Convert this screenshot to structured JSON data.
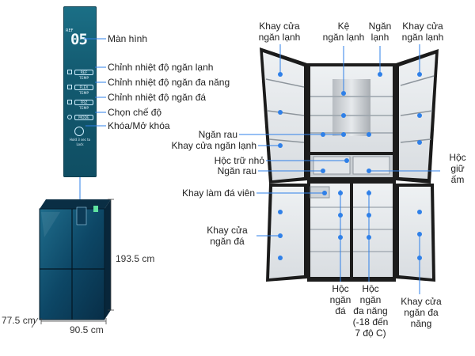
{
  "panel": {
    "display_label": "Màn hình",
    "display_digits": "05",
    "ref_button": "REF TEMP",
    "flex_button": "FLEX TEMP",
    "frz_button": "FRZ TEMP",
    "mode_button": "MODE",
    "lock_caption": "Hold 3 sec to Lock",
    "labels": {
      "ref": "Chỉnh nhiệt độ ngăn lạnh",
      "flex": "Chỉnh nhiệt độ ngăn đa năng",
      "frz": "Chỉnh nhiệt độ ngăn đá",
      "mode": "Chọn chế độ",
      "lock": "Khóa/Mở khóa"
    }
  },
  "dimensions": {
    "height": "193.5 cm",
    "width": "90.5 cm",
    "depth": "77.5 cm"
  },
  "labels": {
    "door_tray_left_top": "Khay cửa\nngăn lạnh",
    "shelf": "Kệ\nngăn lạnh",
    "fridge": "Ngăn\nlạnh",
    "door_tray_right_top": "Khay cửa\nngăn lạnh",
    "veg_tray_1": "Ngăn rau",
    "door_tray_left_mid": "Khay cửa ngăn lạnh",
    "small_drawer": "Hộc trữ nhỏ",
    "veg_tray_2": "Ngăn rau",
    "warm_drawer": "Hộc\ngiữ\nấm",
    "ice_tray": "Khay làm đá viên",
    "freezer_door_tray": "Khay cửa\nngăn đá",
    "freezer_drawer": "Hộc\nngăn\nđá",
    "flex_drawer": "Hộc\nngăn\nđa năng\n(-18 đến\n7 độ C)",
    "flex_door_tray": "Khay cửa\nngăn đa\nnăng"
  },
  "colors": {
    "fridge_glass": "#0e4e6e",
    "marker": "#2f80e8",
    "leader": "#2f80e8",
    "door_frame": "#1a1a1a"
  }
}
